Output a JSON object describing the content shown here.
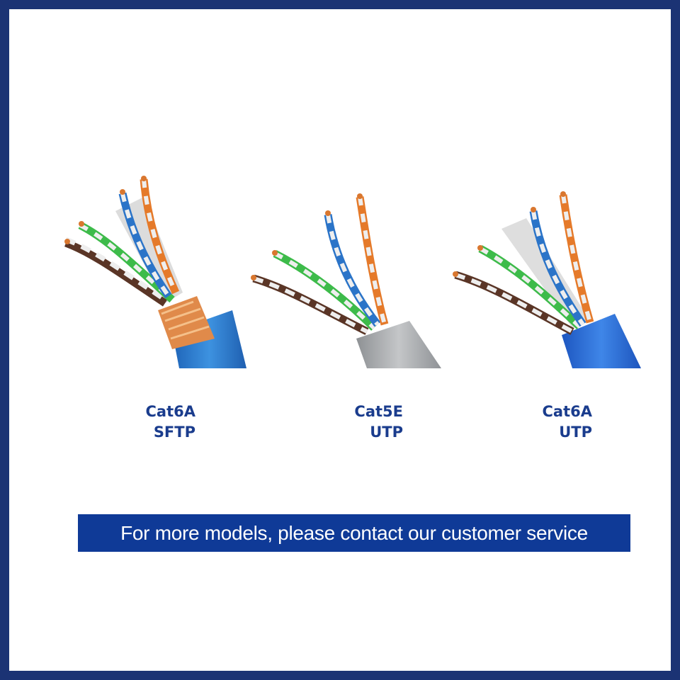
{
  "products": [
    {
      "line1": "Cat6A",
      "line2": "SFTP",
      "jacket_color": "#2d7fd4",
      "shield": "foil-and-braid"
    },
    {
      "line1": "Cat5E",
      "line2": "UTP",
      "jacket_color": "#a9acb0",
      "shield": "none"
    },
    {
      "line1": "Cat6A",
      "line2": "UTP",
      "jacket_color": "#2b6ed9",
      "shield": "none"
    }
  ],
  "banner": {
    "text": "For more models, please contact our customer service",
    "color": "#0f3a97"
  },
  "colors": {
    "frame": "#1b3374",
    "caption": "#1a3c8d",
    "pairs": {
      "orange": "#e57a2a",
      "blue": "#2b74c8",
      "green": "#3dbb4a",
      "brown": "#5a3526",
      "white": "#eeeeee",
      "copper": "#d9772f"
    }
  }
}
